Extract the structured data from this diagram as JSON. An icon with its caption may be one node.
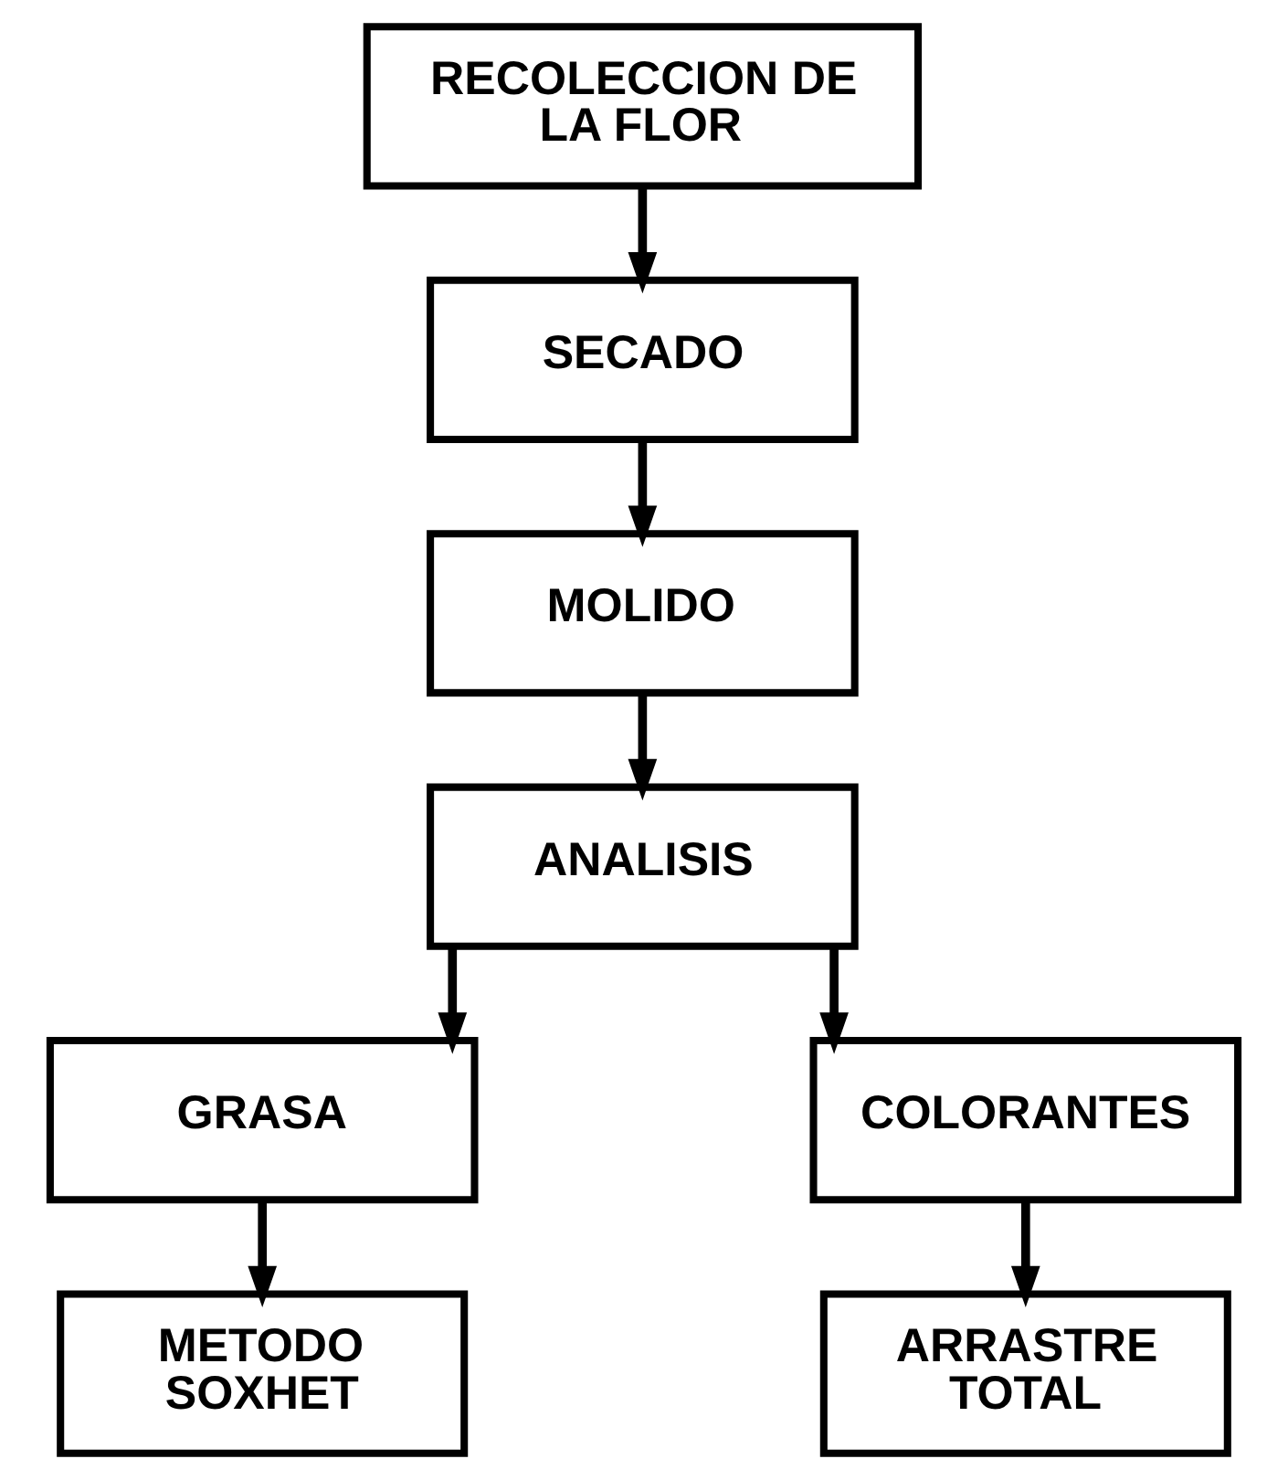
{
  "diagram": {
    "nodes": [
      {
        "text": [
          "RECOLECCION DE LA FLOR"
        ]
      },
      {
        "text": [
          "SECADO"
        ]
      },
      {
        "text": [
          "MOLIDO"
        ]
      },
      {
        "text": [
          "ANALISIS"
        ]
      },
      {
        "text": [
          "GRASA"
        ]
      },
      {
        "text": [
          "COLORANTES"
        ]
      },
      {
        "text": [
          "METODO SOXHET"
        ]
      },
      {
        "text": [
          "ARRASTRE TOTAL"
        ]
      }
    ],
    "edges": [
      {
        "from": 0,
        "to": 1,
        "arrow": "to"
      },
      {
        "from": 1,
        "to": 2,
        "arrow": "to"
      },
      {
        "from": 2,
        "to": 3,
        "arrow": "to"
      },
      {
        "from": 3,
        "to": 4,
        "arrow": "to"
      },
      {
        "from": 3,
        "to": 5,
        "arrow": "to"
      },
      {
        "from": 4,
        "to": 6,
        "arrow": "to"
      },
      {
        "from": 5,
        "to": 7,
        "arrow": "to"
      }
    ]
  }
}
